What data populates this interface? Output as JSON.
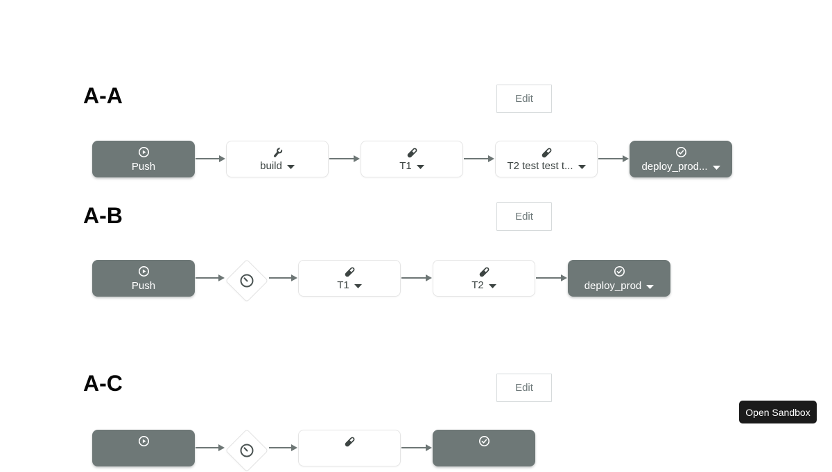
{
  "colors": {
    "node_dark_bg": "#6e7877",
    "node_dark_text": "#ffffff",
    "node_light_text": "#3c4442",
    "node_light_border": "#e5e5e5",
    "arrow": "#6d7675",
    "clock_icon": "#4a5352",
    "sandbox_button_bg": "#1b1b1b",
    "title_text": "#070707",
    "edit_button_text": "#6d7879"
  },
  "open_sandbox": {
    "label": "Open Sandbox"
  },
  "sections": [
    {
      "title": "A-A",
      "edit_label": "Edit",
      "pipeline": [
        {
          "kind": "action",
          "variant": "dark",
          "icon": "play-circle-icon",
          "label": "Push",
          "has_caret": false
        },
        {
          "kind": "action",
          "variant": "light",
          "icon": "wrench-icon",
          "label": "build",
          "has_caret": true
        },
        {
          "kind": "action",
          "variant": "light",
          "icon": "vial-icon",
          "label": "T1",
          "has_caret": true
        },
        {
          "kind": "action",
          "variant": "light",
          "icon": "vial-icon",
          "label": "T2 test test t...",
          "has_caret": true
        },
        {
          "kind": "action",
          "variant": "dark",
          "icon": "check-circle-icon",
          "label": "deploy_prod...",
          "has_caret": true
        }
      ]
    },
    {
      "title": "A-B",
      "edit_label": "Edit",
      "pipeline": [
        {
          "kind": "action",
          "variant": "dark",
          "icon": "play-circle-icon",
          "label": "Push",
          "has_caret": false
        },
        {
          "kind": "condition",
          "icon": "clock-icon"
        },
        {
          "kind": "action",
          "variant": "light",
          "icon": "vial-icon",
          "label": "T1",
          "has_caret": true
        },
        {
          "kind": "action",
          "variant": "light",
          "icon": "vial-icon",
          "label": "T2",
          "has_caret": true
        },
        {
          "kind": "action",
          "variant": "dark",
          "icon": "check-circle-icon",
          "label": "deploy_prod",
          "has_caret": true
        }
      ]
    },
    {
      "title": "A-C",
      "edit_label": "Edit",
      "pipeline": [
        {
          "kind": "action",
          "variant": "dark",
          "icon": "play-circle-icon",
          "label": "",
          "has_caret": false
        },
        {
          "kind": "condition",
          "icon": "clock-icon"
        },
        {
          "kind": "action",
          "variant": "light",
          "icon": "vial-icon",
          "label": "",
          "has_caret": false
        },
        {
          "kind": "action",
          "variant": "dark",
          "icon": "check-circle-icon",
          "label": "",
          "has_caret": false
        }
      ]
    }
  ]
}
